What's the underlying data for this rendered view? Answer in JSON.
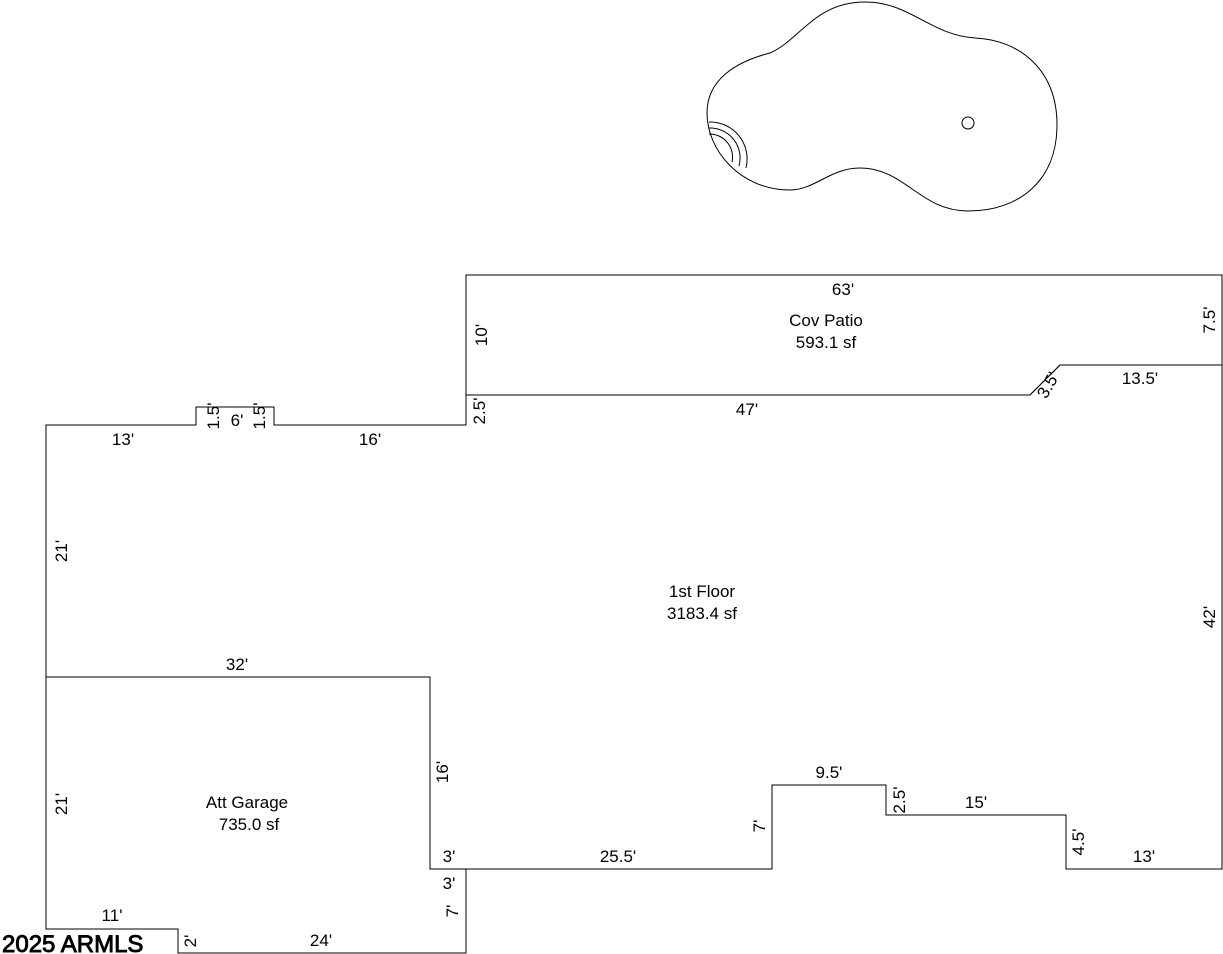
{
  "rooms": {
    "patio": {
      "name": "Cov Patio",
      "area": "593.1 sf"
    },
    "floor": {
      "name": "1st Floor",
      "area": "3183.4 sf"
    },
    "garage": {
      "name": "Att Garage",
      "area": "735.0 sf"
    }
  },
  "dims": {
    "patio_top": "63'",
    "patio_left": "10'",
    "patio_right": "7.5'",
    "patio_bottom": "47'",
    "patio_diag": "3.5'",
    "patio_step": "13.5'",
    "left_top": "13'",
    "bump_left": "1.5'",
    "bump_top": "6'",
    "bump_right": "1.5'",
    "top_mid": "16'",
    "step_up": "2.5'",
    "left_side": "21'",
    "right_side": "42'",
    "garage_top": "32'",
    "garage_left": "21'",
    "garage_right": "16'",
    "garage_ledge": "3'",
    "bottom_long": "25.5'",
    "notch_left": "7'",
    "notch_top": "9.5'",
    "notch_right": "2.5'",
    "bottom_mid": "15'",
    "bottom_right_step": "4.5'",
    "bottom_right": "13'",
    "garage_ledge2": "3'",
    "garage_lower_right": "7'",
    "garage_bottom_left": "11'",
    "garage_small": "2'",
    "garage_bottom": "24'"
  },
  "watermark": "2025 ARMLS"
}
